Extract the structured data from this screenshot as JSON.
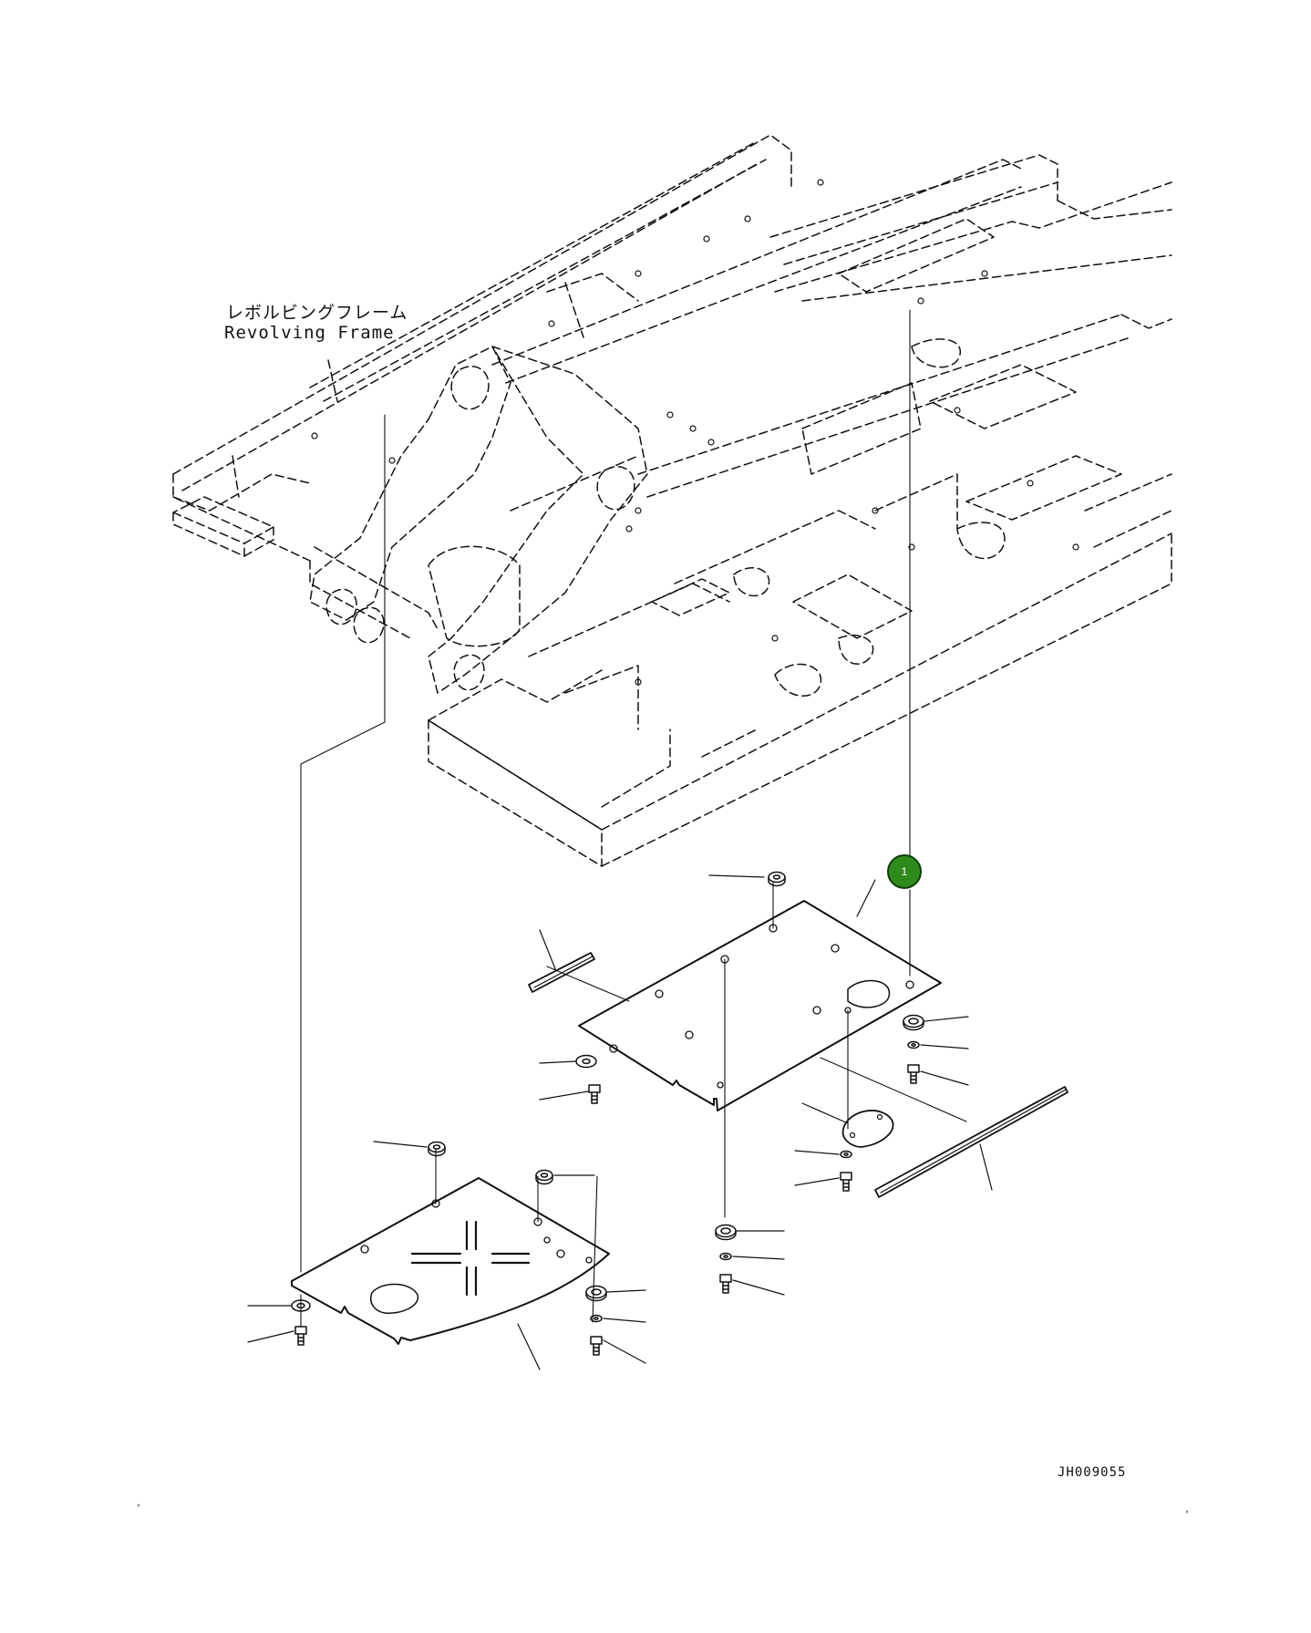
{
  "frame_label": {
    "japanese": "レボルビングフレーム",
    "english": "Revolving Frame"
  },
  "callouts": [
    {
      "number": "1",
      "color": "#2f8a1c"
    }
  ],
  "drawing_number": "JH009055"
}
